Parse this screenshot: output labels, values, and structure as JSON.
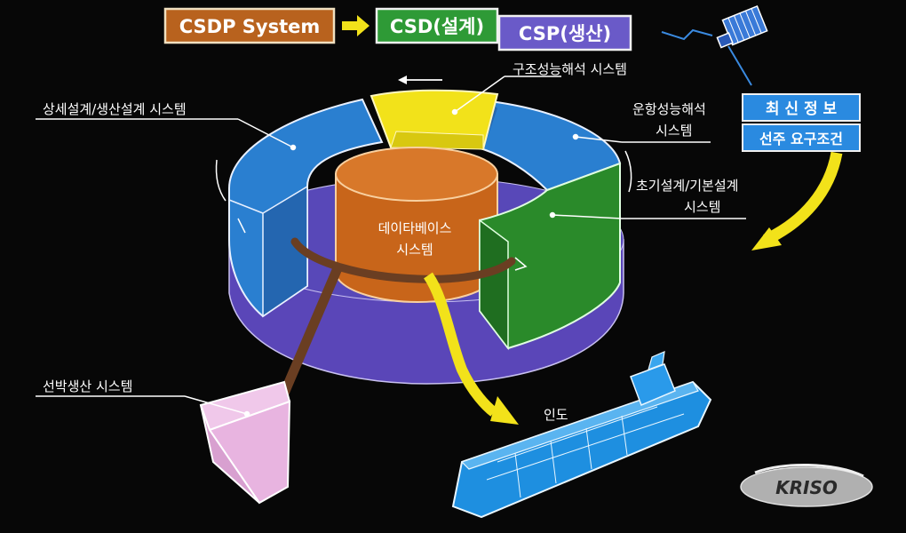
{
  "header": {
    "system": "CSDP System",
    "csd": "CSD(설계)",
    "csp": "CSP(생산)"
  },
  "labels": {
    "structural_analysis": "구조성능해석 시스템",
    "detail_design": "상세설계/생산설계 시스템",
    "operation_analysis_1": "운항성능해석",
    "operation_analysis_2": "시스템",
    "initial_design_1": "초기설계/기본설계",
    "initial_design_2": "시스템",
    "database_1": "데이타베이스",
    "database_2": "시스템",
    "shipbuilding": "선박생산 시스템",
    "delivery": "인도"
  },
  "info_boxes": {
    "latest_info": "최 신 정 보",
    "owner_requirements": "선주 요구조건"
  },
  "logo": "KRISO",
  "colors": {
    "orange": "#c8651a",
    "green": "#2a8a2a",
    "blue": "#2a7fd0",
    "yellow": "#f2e21a",
    "purple": "#5a46b8",
    "pink": "#e8b8e0",
    "ship": "#1e8fe0",
    "header_system": "#b8621e",
    "header_csd": "#2e9a36",
    "header_csp": "#6a5ac8"
  }
}
